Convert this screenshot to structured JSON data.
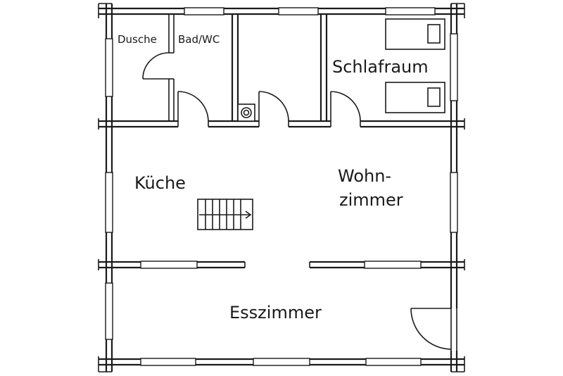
{
  "rooms": {
    "dusche": "Dusche",
    "bad_wc": "Bad/WC",
    "schlafraum": "Schlafraum",
    "kueche": "Küche",
    "wohnzimmer_1": "Wohn-",
    "wohnzimmer_2": "zimmer",
    "esszimmer": "Esszimmer"
  },
  "colors": {
    "line": "#1a1a1a",
    "background": "#ffffff"
  }
}
